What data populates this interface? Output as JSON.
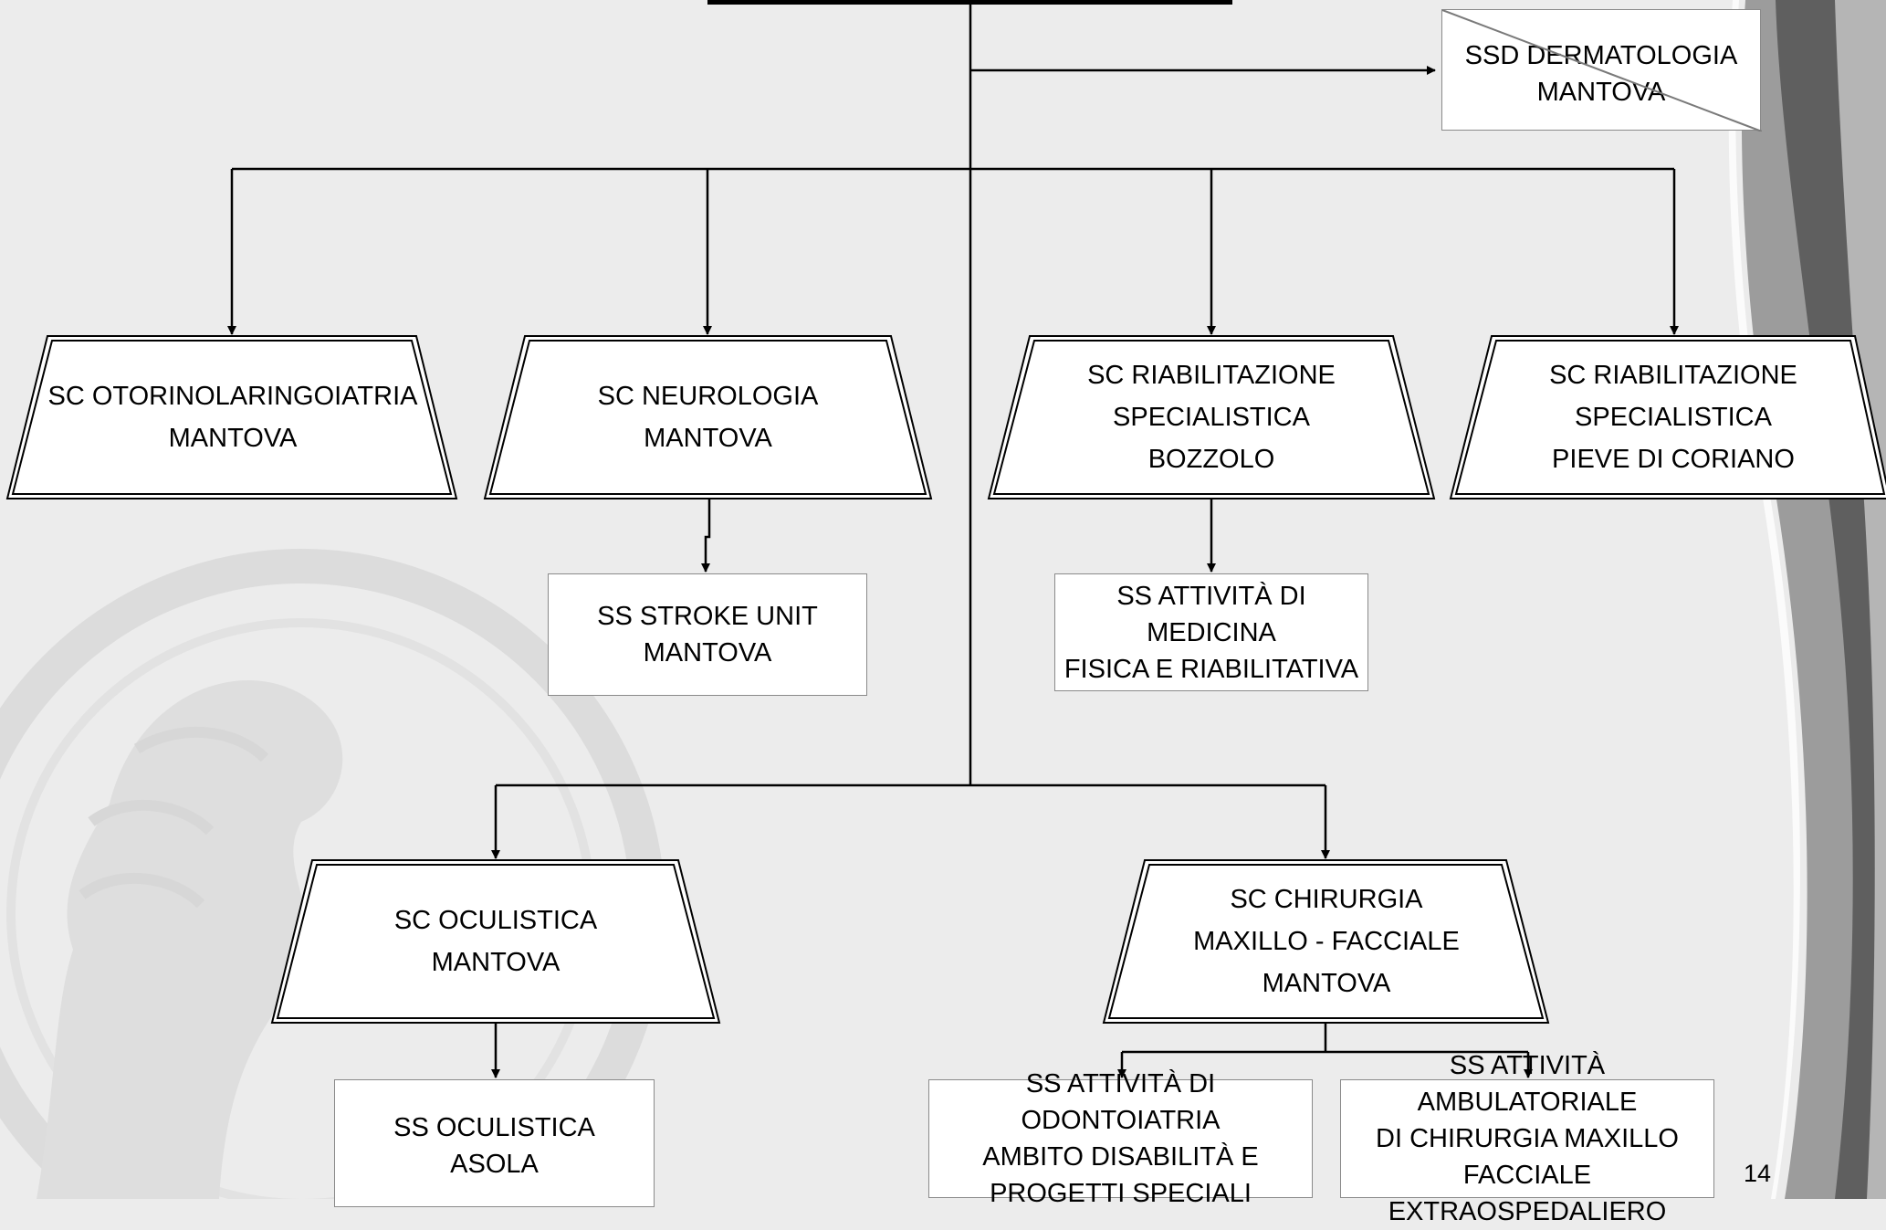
{
  "palette": {
    "background": "#ececec",
    "box_fill": "#ffffff",
    "line": "#000000",
    "stripe_dark": "#5f5f5f",
    "stripe_light": "#a6a6a6",
    "watermark": "#d2d2d2"
  },
  "units": {
    "dermatologia": {
      "lines": [
        "SSD DERMATOLOGIA",
        "MANTOVA"
      ],
      "crossed_out": true
    },
    "otorino": {
      "lines": [
        "SC OTORINOLARINGOIATRIA",
        "MANTOVA"
      ]
    },
    "neurologia": {
      "lines": [
        "SC NEUROLOGIA",
        "MANTOVA"
      ]
    },
    "riab_bozzolo": {
      "lines": [
        "SC RIABILITAZIONE",
        "SPECIALISTICA",
        "BOZZOLO"
      ]
    },
    "riab_pieve": {
      "lines": [
        "SC RIABILITAZIONE",
        "SPECIALISTICA",
        "PIEVE DI CORIANO"
      ]
    },
    "stroke": {
      "lines": [
        "SS STROKE UNIT",
        "MANTOVA"
      ]
    },
    "medicina_fisica": {
      "lines": [
        "SS ATTIVITÀ DI MEDICINA",
        "FISICA E RIABILITATIVA"
      ]
    },
    "oculistica": {
      "lines": [
        "SC OCULISTICA",
        "MANTOVA"
      ]
    },
    "maxillo": {
      "lines": [
        "SC CHIRURGIA",
        "MAXILLO - FACCIALE",
        "MANTOVA"
      ]
    },
    "ocul_asola": {
      "lines": [
        "SS OCULISTICA",
        "ASOLA"
      ]
    },
    "odontoiatria": {
      "lines": [
        "SS ATTIVITÀ DI ODONTOIATRIA",
        "AMBITO DISABILITÀ E",
        "PROGETTI SPECIALI"
      ]
    },
    "ambulatoriale": {
      "lines": [
        "SS ATTIVITÀ AMBULATORIALE",
        "DI CHIRURGIA MAXILLO",
        "FACCIALE EXTRAOSPEDALIERO"
      ]
    }
  },
  "page_number": "14"
}
